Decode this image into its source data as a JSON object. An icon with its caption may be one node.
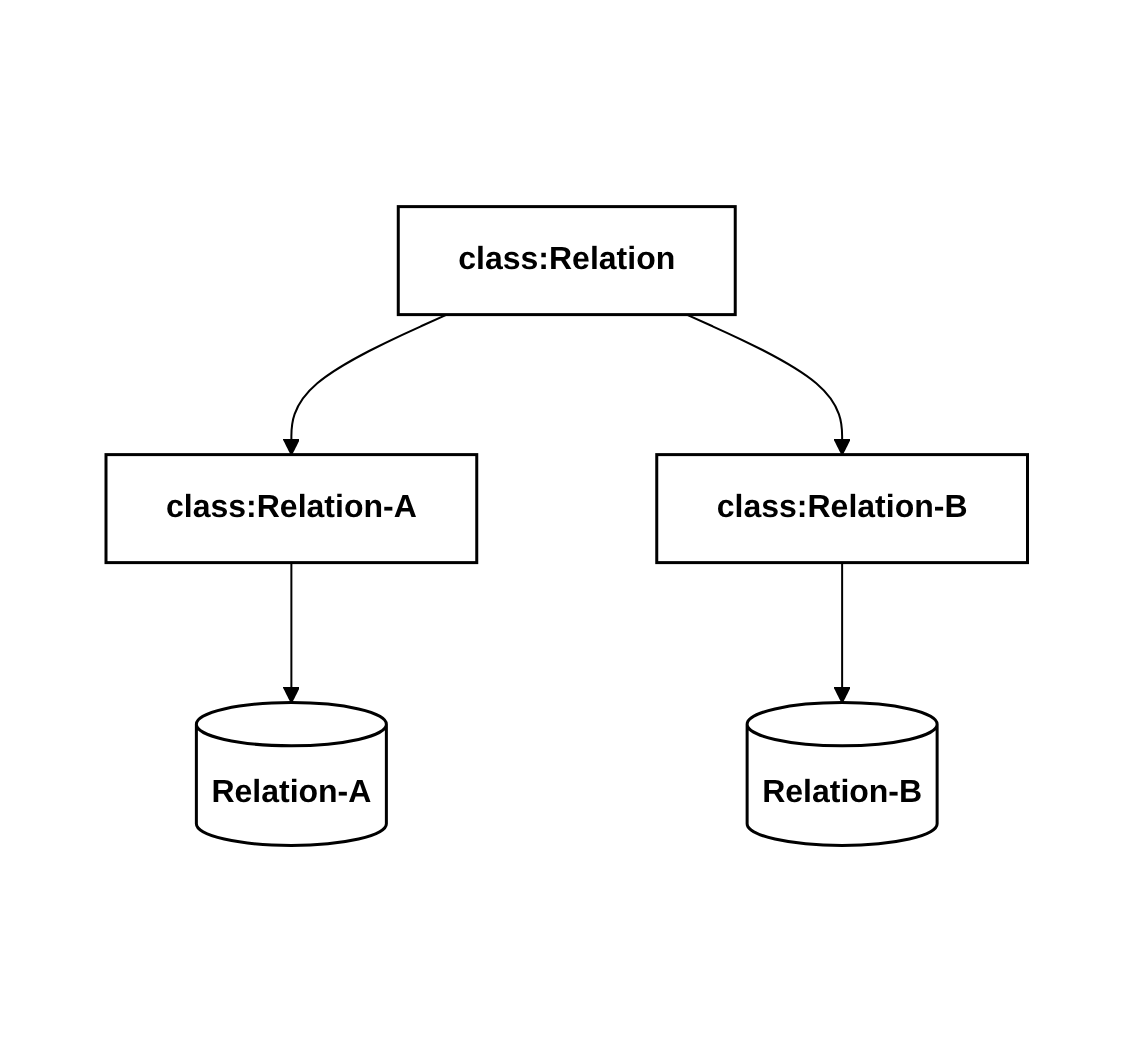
{
  "diagram": {
    "nodes": [
      {
        "text": [
          "class:Relation"
        ]
      },
      {
        "text": [
          "class:Relation-A"
        ]
      },
      {
        "text": [
          "class:Relation-B"
        ]
      },
      {
        "text": [
          "Relation-A"
        ]
      },
      {
        "text": [
          "Relation-B"
        ]
      }
    ],
    "edges": [
      {
        "from": 0,
        "to": 1,
        "arrow": "to"
      },
      {
        "from": 0,
        "to": 2,
        "arrow": "to"
      },
      {
        "from": 1,
        "to": 3,
        "arrow": "to"
      },
      {
        "from": 2,
        "to": 4,
        "arrow": "to"
      }
    ]
  }
}
